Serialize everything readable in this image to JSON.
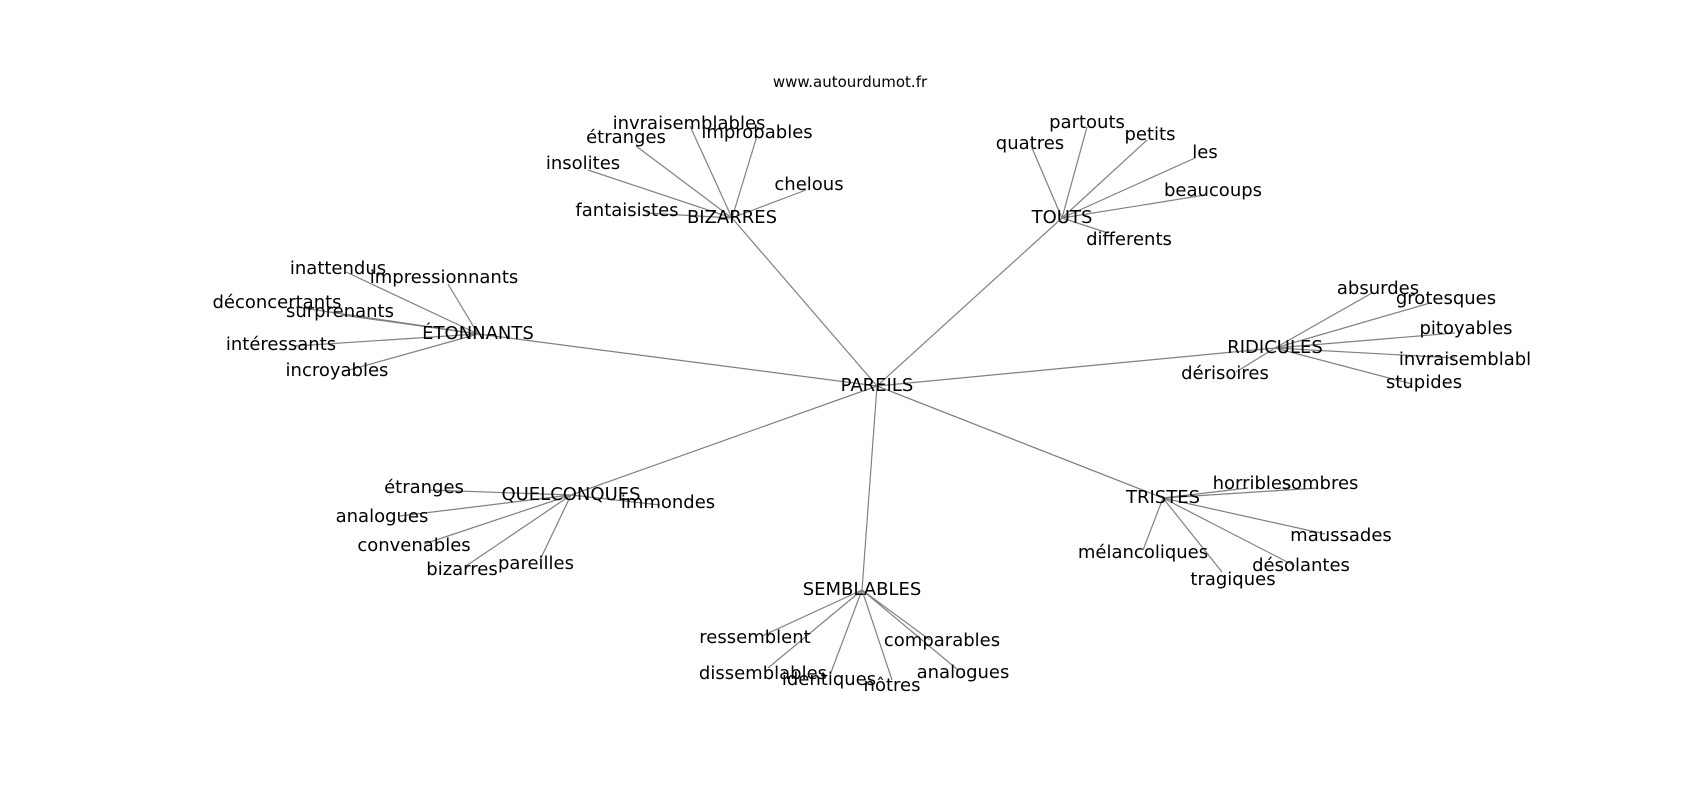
{
  "source": "www.autourdumot.fr",
  "colors": {
    "edge": "#808080",
    "text": "#000000",
    "background": "#ffffff"
  },
  "graph": {
    "root": "PAREILS",
    "clusters": [
      {
        "label": "BIZARRES",
        "words": [
          "invraisemblables",
          "improbables",
          "étranges",
          "insolites",
          "chelous",
          "fantaisistes"
        ]
      },
      {
        "label": "TOUTS",
        "words": [
          "partouts",
          "petits",
          "quatres",
          "les",
          "beaucoups",
          "differents"
        ]
      },
      {
        "label": "ÉTONNANTS",
        "words": [
          "inattendus",
          "impressionnants",
          "déconcertants",
          "surprenants",
          "intéressants",
          "incroyables"
        ]
      },
      {
        "label": "RIDICULES",
        "words": [
          "absurdes",
          "grotesques",
          "pitoyables",
          "invraisemblabl",
          "dérisoires",
          "stupides"
        ]
      },
      {
        "label": "QUELCONQUES",
        "words": [
          "étranges",
          "analogues",
          "immondes",
          "convenables",
          "bizarres",
          "pareilles"
        ]
      },
      {
        "label": "TRISTES",
        "words": [
          "horribles",
          "sombres",
          "maussades",
          "mélancoliques",
          "désolantes",
          "tragiques"
        ]
      },
      {
        "label": "SEMBLABLES",
        "words": [
          "ressemblent",
          "comparables",
          "dissemblables",
          "identiques",
          "nôtres",
          "analogues"
        ]
      }
    ]
  }
}
